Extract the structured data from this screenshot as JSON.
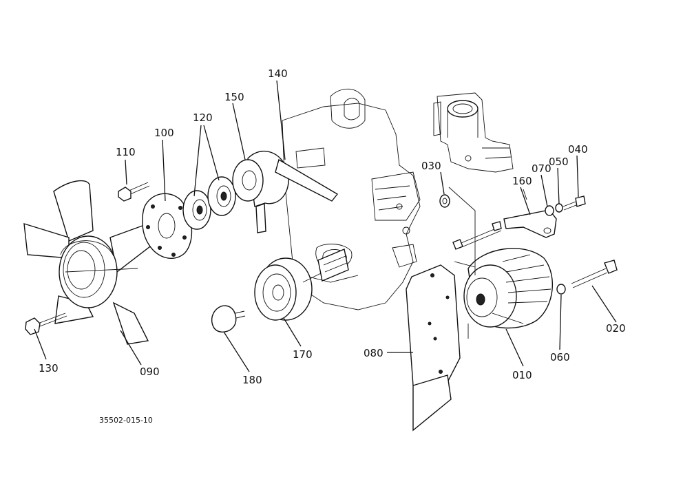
{
  "diagram": {
    "drawing_code": "35502-015-10",
    "callouts": [
      {
        "id": "010",
        "label": "010"
      },
      {
        "id": "020",
        "label": "020"
      },
      {
        "id": "030",
        "label": "030"
      },
      {
        "id": "040",
        "label": "040"
      },
      {
        "id": "050",
        "label": "050"
      },
      {
        "id": "060",
        "label": "060"
      },
      {
        "id": "070",
        "label": "070"
      },
      {
        "id": "080",
        "label": "080"
      },
      {
        "id": "090",
        "label": "090"
      },
      {
        "id": "100",
        "label": "100"
      },
      {
        "id": "110",
        "label": "110"
      },
      {
        "id": "120",
        "label": "120"
      },
      {
        "id": "130",
        "label": "130"
      },
      {
        "id": "140",
        "label": "140"
      },
      {
        "id": "150",
        "label": "150"
      },
      {
        "id": "160",
        "label": "160"
      },
      {
        "id": "170",
        "label": "170"
      },
      {
        "id": "180",
        "label": "180"
      }
    ]
  }
}
